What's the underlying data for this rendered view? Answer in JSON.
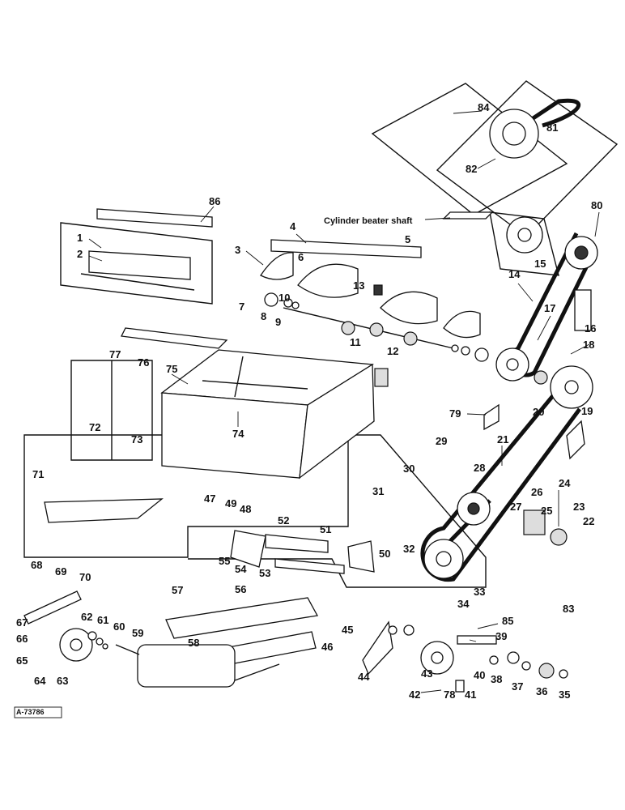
{
  "diagram": {
    "caption": "Cylinder beater shaft",
    "reference_code": "A-73786",
    "part_numbers": [
      "1",
      "2",
      "3",
      "4",
      "5",
      "6",
      "7",
      "8",
      "9",
      "10",
      "11",
      "12",
      "13",
      "14",
      "15",
      "16",
      "17",
      "18",
      "19",
      "20",
      "21",
      "22",
      "23",
      "24",
      "25",
      "26",
      "27",
      "28",
      "29",
      "30",
      "31",
      "32",
      "33",
      "34",
      "35",
      "36",
      "37",
      "38",
      "39",
      "40",
      "41",
      "42",
      "43",
      "44",
      "45",
      "46",
      "47",
      "48",
      "49",
      "50",
      "51",
      "52",
      "53",
      "54",
      "55",
      "56",
      "57",
      "58",
      "59",
      "60",
      "61",
      "62",
      "63",
      "64",
      "65",
      "66",
      "67",
      "68",
      "69",
      "70",
      "71",
      "72",
      "73",
      "74",
      "75",
      "76",
      "77",
      "78",
      "79",
      "80",
      "81",
      "82",
      "83",
      "84",
      "85",
      "86"
    ]
  }
}
